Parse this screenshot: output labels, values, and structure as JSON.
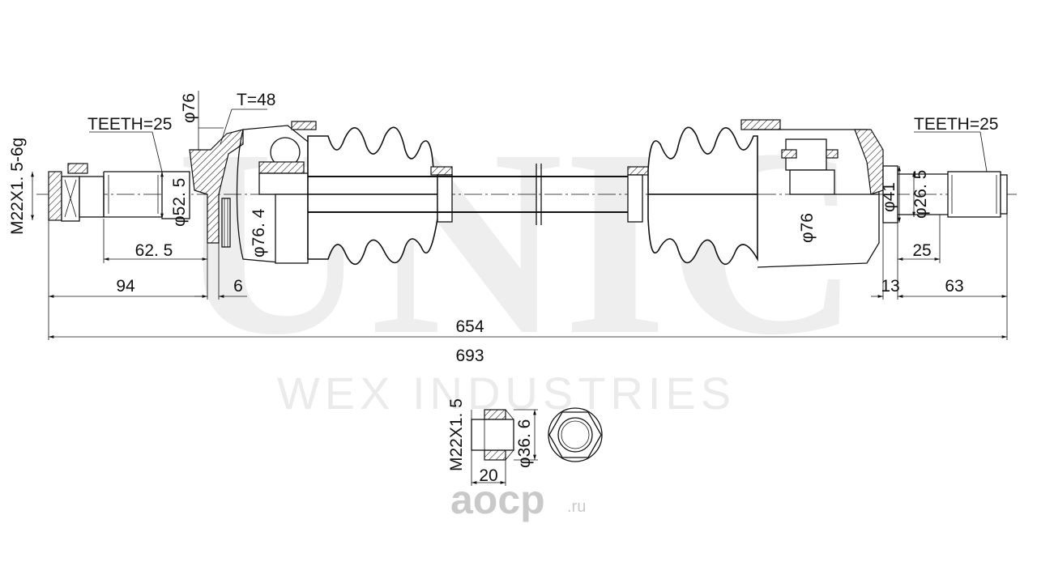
{
  "watermark": {
    "brand": "UNIC",
    "company": "WEX INDUSTRIES"
  },
  "logo": {
    "name": "aocp",
    "suffix": ".ru"
  },
  "labels": {
    "thread_left": "M22X1. 5-6g",
    "teeth_left": "TEETH=25",
    "teeth_right": "TEETH=25",
    "t_label": "T=48",
    "phi76_top": "φ76",
    "phi52_5": "φ52. 5",
    "phi76_4": "φ76. 4",
    "phi76_right": "φ76",
    "phi41": "φ41",
    "phi26_5": "φ26. 5",
    "nut_thread": "M22X1. 5",
    "phi36_6": "φ36. 6"
  },
  "dimensions": {
    "d62_5": "62. 5",
    "d94": "94",
    "d6": "6",
    "d25": "25",
    "d13": "13",
    "d63": "63",
    "d654": "654",
    "d693": "693",
    "d20": "20"
  }
}
